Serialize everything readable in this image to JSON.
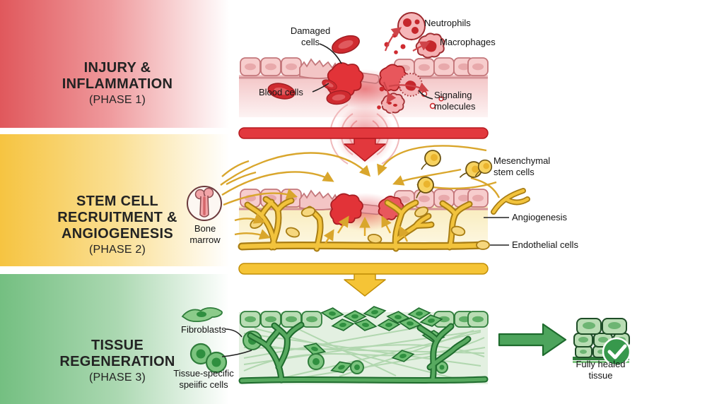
{
  "figure": {
    "subject": "Tissue healing process diagram in three phases"
  },
  "colors": {
    "phase1_red": "#e0585c",
    "phase2_yellow": "#f6c441",
    "phase3_green": "#74bf81",
    "arrow_red": "#e2383d",
    "arrow_yellow": "#f5c436",
    "arrow_green": "#4da45c"
  },
  "phases": [
    {
      "title": "INJURY &\nINFLAMMATION",
      "phase_label": "(PHASE 1)",
      "labels": {
        "damaged_cells": "Damaged\ncells",
        "neutrophils": "Neutrophils",
        "macrophages": "Macrophages",
        "blood_cells": "Blood cells",
        "signaling_molecules": "Signaling\nmolecules"
      }
    },
    {
      "title": "STEM CELL\nRECRUITMENT &\nANGIOGENESIS",
      "phase_label": "(PHASE 2)",
      "labels": {
        "bone_marrow": "Bone\nmarrow",
        "mesenchymal_stem_cells": "Mesenchymal\nstem cells",
        "angiogenesis": "Angiogenesis",
        "endothelial_cells": "Endothelial cells"
      }
    },
    {
      "title": "TISSUE\nREGENERATION",
      "phase_label": "(PHASE 3)",
      "labels": {
        "fibroblasts": "Fibroblasts",
        "tissue_specific_cells": "Tissue-specific\nspeiific cells",
        "fully_healed_tissue": "Fully healed\ntissue"
      }
    }
  ]
}
